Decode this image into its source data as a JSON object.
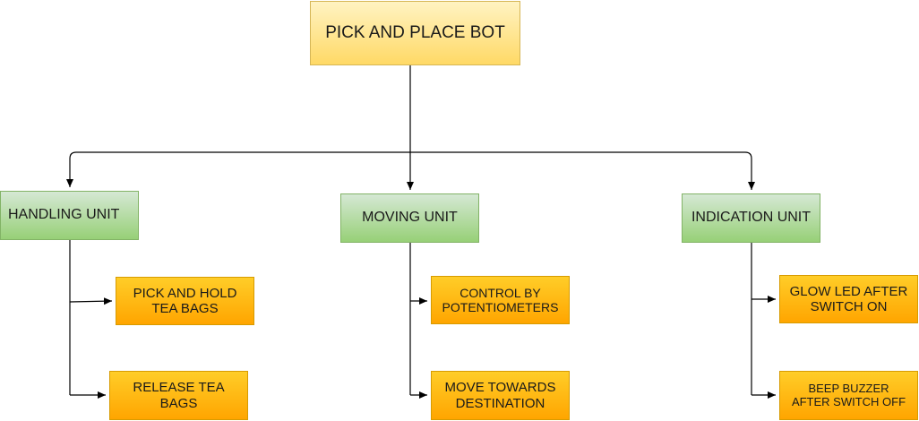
{
  "root": {
    "label": "PICK AND PLACE BOT"
  },
  "units": [
    {
      "label": "HANDLING UNIT",
      "tasks": [
        "PICK AND HOLD\nTEA BAGS",
        "RELEASE TEA\nBAGS"
      ]
    },
    {
      "label": "MOVING UNIT",
      "tasks": [
        "CONTROL BY\nPOTENTIOMETERS",
        "MOVE TOWARDS\nDESTINATION"
      ]
    },
    {
      "label": "INDICATION UNIT",
      "tasks": [
        "GLOW LED AFTER\nSWITCH ON",
        "BEEP BUZZER\nAFTER SWITCH OFF"
      ]
    }
  ],
  "colors": {
    "root_fill": "#ffd966",
    "root_border": "#d6b656",
    "unit_fill": "#97d077",
    "unit_border": "#82b366",
    "task_fill": "#ffa500",
    "task_border": "#d79b00",
    "connector": "#000000"
  }
}
